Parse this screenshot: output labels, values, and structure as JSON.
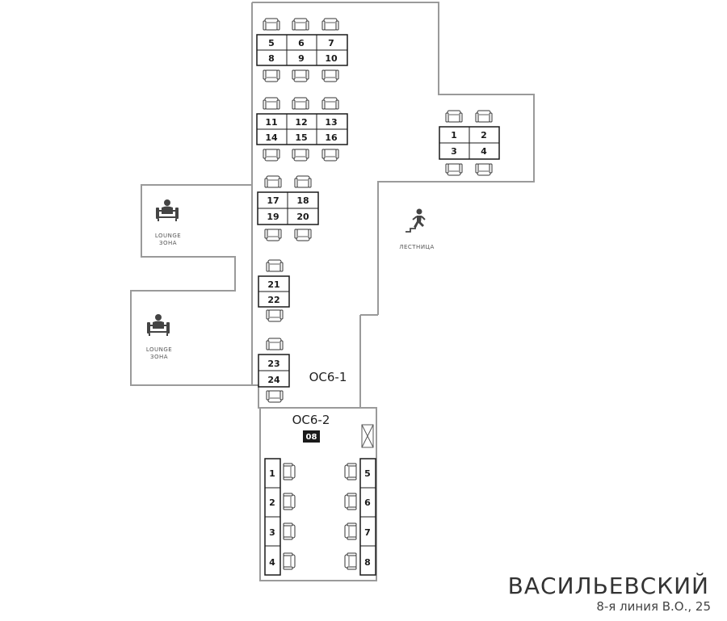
{
  "building": {
    "name": "ВАСИЛЬЕВСКИЙ",
    "address": "8-я линия В.О., 25"
  },
  "offices": [
    {
      "id": "oc6-1",
      "label": "ОС6-1"
    },
    {
      "id": "oc6-2",
      "label": "ОС6-2",
      "badge": "08"
    }
  ],
  "zones": {
    "lounge_top": {
      "line1": "LOUNGE",
      "line2": "ЗОНА"
    },
    "lounge_bottom": {
      "line1": "LOUNGE",
      "line2": "ЗОНА"
    },
    "stairs": {
      "label": "ЛЕСТНИЦА"
    }
  },
  "desks": {
    "oc6_1_cluster_a": [
      "5",
      "6",
      "7",
      "8",
      "9",
      "10"
    ],
    "oc6_1_cluster_b": [
      "11",
      "12",
      "13",
      "14",
      "15",
      "16"
    ],
    "oc6_1_cluster_c": [
      "17",
      "18",
      "19",
      "20"
    ],
    "oc6_1_pair_a": [
      "21",
      "22"
    ],
    "oc6_1_pair_b": [
      "23",
      "24"
    ],
    "east_room": [
      "1",
      "2",
      "3",
      "4"
    ],
    "oc6_2_left": [
      "1",
      "2",
      "3",
      "4"
    ],
    "oc6_2_right": [
      "5",
      "6",
      "7",
      "8"
    ]
  },
  "colors": {
    "walls": "#9a9a9a",
    "desk_outline": "#1a1a1a",
    "badge": "#1a1a1a"
  }
}
